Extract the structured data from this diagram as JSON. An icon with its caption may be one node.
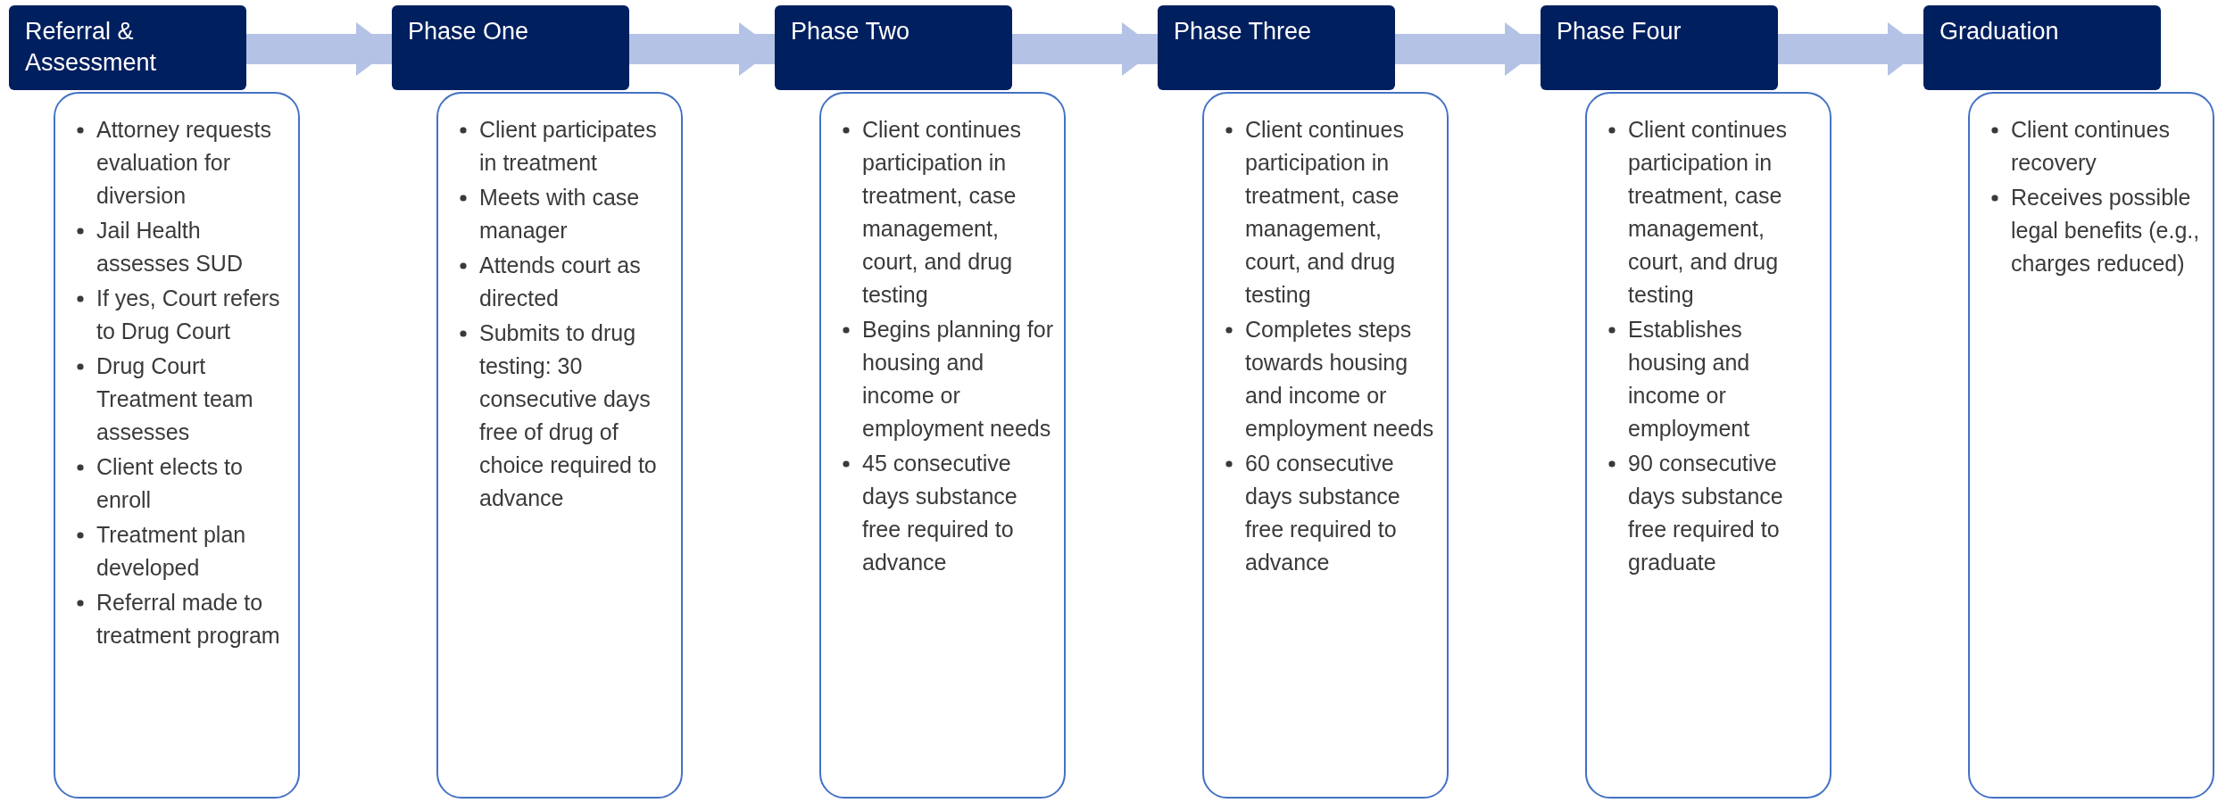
{
  "diagram": {
    "nodes": [
      {
        "text": [
          "Referral & Assessment"
        ]
      },
      {
        "text": [
          "Attorney requests evaluation for diversion",
          "Jail Health assesses SUD",
          "If yes, Court refers to Drug Court",
          "Drug Court Treatment team assesses",
          "Client elects to enroll",
          "Treatment plan developed",
          "Referral made to treatment program"
        ]
      },
      {
        "text": [
          "Phase One"
        ]
      },
      {
        "text": [
          "Client participates in treatment",
          "Meets with case manager",
          "Attends court as directed",
          "Submits to drug testing: 30 consecutive days free of drug of choice required to advance"
        ]
      },
      {
        "text": [
          "Phase Two"
        ]
      },
      {
        "text": [
          "Client continues participation in treatment, case management, court, and drug testing",
          "Begins planning for housing and income or employment needs",
          "45 consecutive days substance free required to advance"
        ]
      },
      {
        "text": [
          "Phase Three"
        ]
      },
      {
        "text": [
          "Client continues participation in treatment, case management, court, and drug testing",
          "Completes steps towards housing and income or employment needs",
          "60 consecutive days substance free required to advance"
        ]
      },
      {
        "text": [
          "Phase Four"
        ]
      },
      {
        "text": [
          "Client continues participation in treatment, case management, court, and drug testing",
          "Establishes housing and income or employment",
          "90 consecutive days substance free required to graduate"
        ]
      },
      {
        "text": [
          "Graduation"
        ]
      },
      {
        "text": [
          "Client continues recovery",
          "Receives possible legal benefits (e.g., charges reduced)"
        ]
      }
    ],
    "edges": [
      {
        "from": 0,
        "to": 2,
        "arrow": "to"
      },
      {
        "from": 2,
        "to": 4,
        "arrow": "to"
      },
      {
        "from": 4,
        "to": 6,
        "arrow": "to"
      },
      {
        "from": 6,
        "to": 8,
        "arrow": "to"
      },
      {
        "from": 8,
        "to": 10,
        "arrow": "to"
      }
    ]
  }
}
